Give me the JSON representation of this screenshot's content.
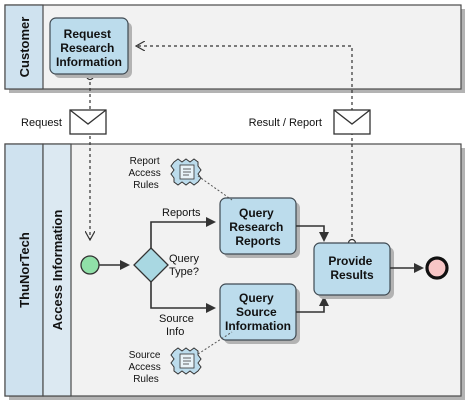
{
  "pools": {
    "customer": {
      "label": "Customer"
    },
    "org": {
      "label": "ThuNorTech",
      "lane_label": "Access Information"
    }
  },
  "tasks": {
    "request": {
      "line1": "Request",
      "line2": "Research",
      "line3": "Information"
    },
    "query_reports": {
      "line1": "Query",
      "line2": "Research",
      "line3": "Reports"
    },
    "query_source": {
      "line1": "Query",
      "line2": "Source",
      "line3": "Information"
    },
    "provide": {
      "line1": "Provide",
      "line2": "Results"
    }
  },
  "gateway": {
    "line1": "Query",
    "line2": "Type?"
  },
  "flow_labels": {
    "reports": "Reports",
    "source_line1": "Source",
    "source_line2": "Info"
  },
  "messages": {
    "request": "Request",
    "result": "Result / Report"
  },
  "rules": {
    "report": {
      "line1": "Report",
      "line2": "Access",
      "line3": "Rules"
    },
    "source": {
      "line1": "Source",
      "line2": "Access",
      "line3": "Rules"
    }
  },
  "colors": {
    "task_fill": "#bcdcec",
    "start_event": "#90e0a8",
    "end_event": "#f7c6c6",
    "gateway_fill": "#a9d8e2"
  }
}
